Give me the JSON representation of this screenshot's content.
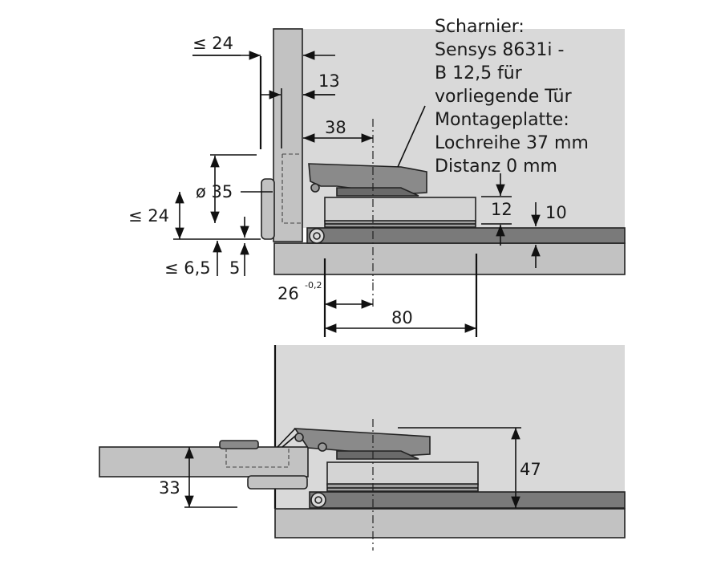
{
  "colors": {
    "background": "#ffffff",
    "carcass_grey": "#d9d9d9",
    "panel_grey": "#c2c2c2",
    "plate_dark": "#7a7a7a",
    "hinge_arm": "#8a8a8a",
    "line": "#111111"
  },
  "note": {
    "lines": [
      "Scharnier:",
      "Sensys 8631i -",
      "B 12,5 für",
      "vorliegende Tür",
      "Montageplatte:",
      "Lochreihe 37 mm",
      "Distanz 0 mm"
    ]
  },
  "dimensions": {
    "overlay_max": "≤ 24",
    "door_thickness": "13",
    "cup_offset": "38",
    "cup_diameter": "ø 35",
    "height_max": "≤ 24",
    "gap_max": "≤ 6,5",
    "gap": "5",
    "plate_height": "12",
    "plate_thickness": "10",
    "boring_distance": "26",
    "boring_tolerance": "-0,2",
    "hole_spacing": "80",
    "open_door_thickness": "33",
    "open_height": "47"
  }
}
